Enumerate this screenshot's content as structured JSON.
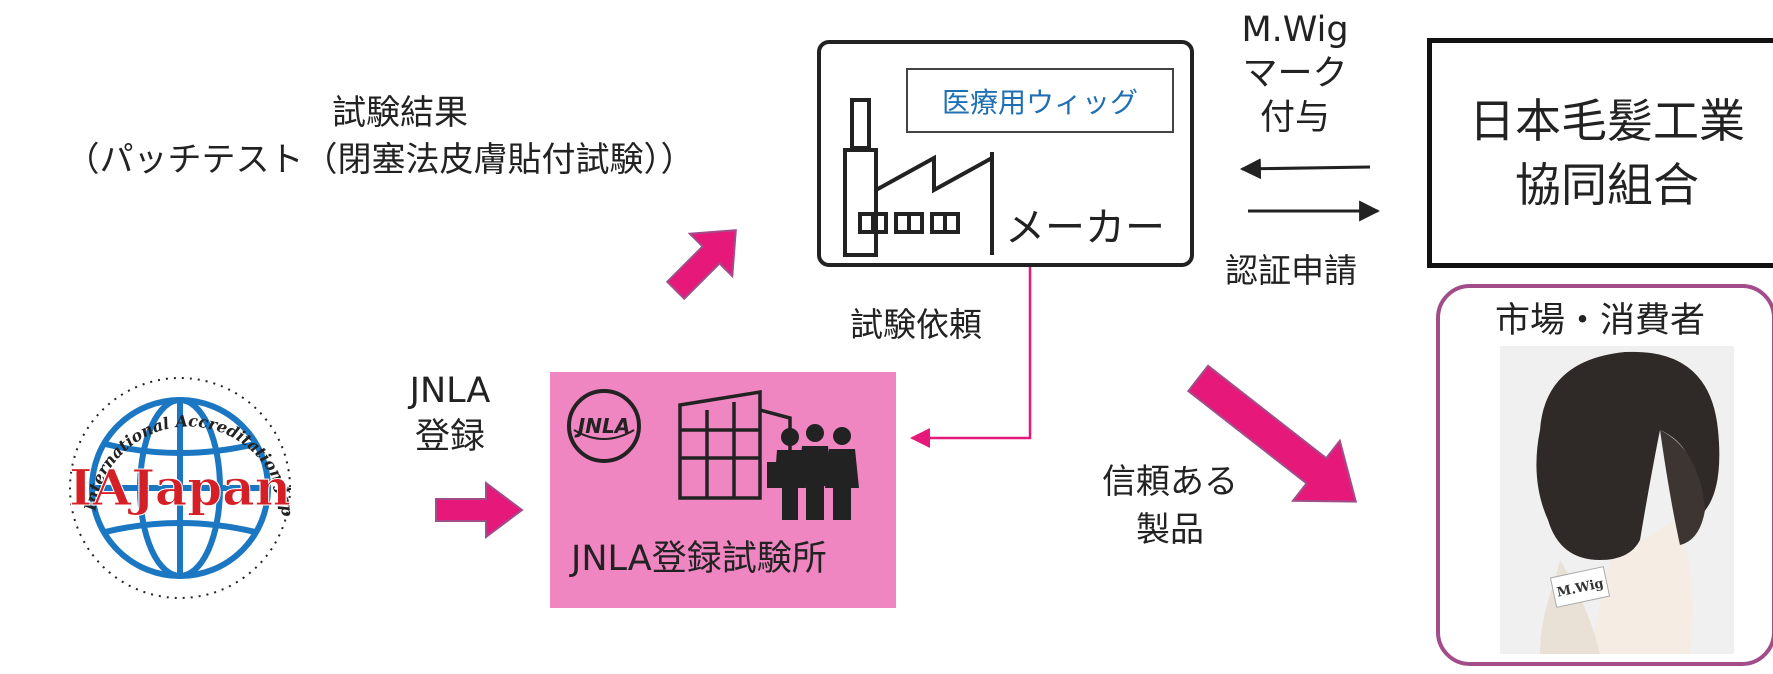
{
  "test_result": {
    "line1": "試験結果",
    "line2": "（パッチテスト（閉塞法皮膚貼付試験））"
  },
  "maker": {
    "product_label": "医療用ウィッグ",
    "label": "メーカー"
  },
  "certification": {
    "mark_line1": "M.Wig",
    "mark_line2": "マーク",
    "mark_line3": "付与",
    "apply_label": "認証申請"
  },
  "association": {
    "line1": "日本毛髪工業",
    "line2": "協同組合"
  },
  "test_request": "試験依頼",
  "ia_japan": {
    "logo_text": "IAJapan",
    "arc_text": "International Accreditation Japan"
  },
  "jnla_registration": {
    "line1": "JNLA",
    "line2": "登録"
  },
  "jnla_lab": {
    "logo_text": "JNLA",
    "label": "JNLA登録試験所"
  },
  "reliable_product": {
    "line1": "信頼ある",
    "line2": "製品"
  },
  "market": {
    "label": "市場・消費者",
    "tag_text": "M.Wig"
  },
  "colors": {
    "accent_pink": "#e6197a",
    "lab_box": "#ef86c1",
    "market_border": "#a24d89",
    "wig_label_text": "#1f6fb5",
    "ia_blue": "#1c77c3",
    "ia_red": "#d51f26"
  }
}
